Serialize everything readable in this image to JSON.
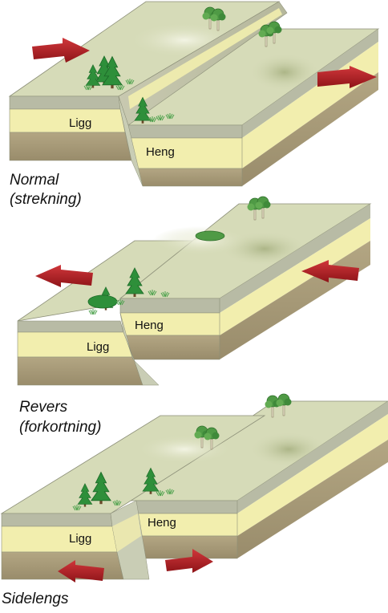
{
  "diagram": {
    "panels": [
      {
        "id": "normal",
        "footwall": "Ligg",
        "hangingwall": "Heng",
        "caption_line1": "Normal",
        "caption_line2": "(strekning)"
      },
      {
        "id": "reverse",
        "footwall": "Ligg",
        "hangingwall": "Heng",
        "caption_line1": "Revers",
        "caption_line2": "(forkortning)"
      },
      {
        "id": "strike",
        "footwall": "Ligg",
        "hangingwall": "Heng",
        "caption_line1": "Sidelengs",
        "caption_line2": ""
      }
    ],
    "colors": {
      "surface": "#d6dbb8",
      "top_band": "#b8bba5",
      "yellow_band": "#f2eeae",
      "rock": "#a79a7a",
      "fault_plane": "#c9cdb5",
      "arrow": "#b11f24",
      "tree": "#2e8f3a"
    }
  }
}
